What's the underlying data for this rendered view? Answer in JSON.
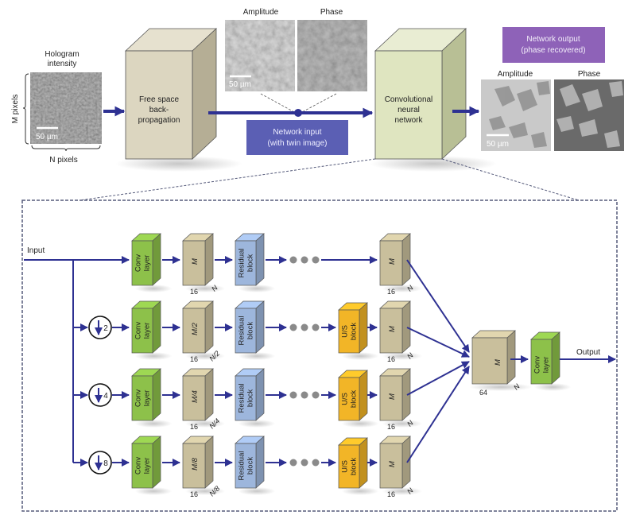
{
  "top": {
    "hologram": {
      "title_line1": "Hologram",
      "title_line2": "intensity",
      "scale_bar": "50 µm",
      "m_axis": "M pixels",
      "n_axis": "N pixels"
    },
    "backprop_block": {
      "line1": "Free space",
      "line2": "back-",
      "line3": "propagation"
    },
    "network_input_images": {
      "amplitude_label": "Amplitude",
      "phase_label": "Phase",
      "scale_bar": "50 µm"
    },
    "network_input_box": {
      "line1": "Network input",
      "line2": "(with twin image)"
    },
    "cnn_block": {
      "line1": "Convolutional",
      "line2": "neural",
      "line3": "network"
    },
    "network_output_box": {
      "line1": "Network output",
      "line2": "(phase recovered)"
    },
    "network_output_images": {
      "amplitude_label": "Amplitude",
      "phase_label": "Phase",
      "scale_bar": "50 µm"
    }
  },
  "detail": {
    "input_label": "Input",
    "output_label": "Output",
    "conv_label_1": "Conv",
    "conv_label_2": "layer",
    "residual_label_1": "Residual",
    "residual_label_2": "block",
    "us_label_1": "U/S",
    "us_label_2": "block",
    "branches": [
      {
        "downsample": "",
        "feature_m": "M",
        "feature_n": "N",
        "channels": "16",
        "has_us": false,
        "out_m": "M",
        "out_n": "N",
        "out_channels": "16"
      },
      {
        "downsample": "2",
        "feature_m": "M/2",
        "feature_n": "N/2",
        "channels": "16",
        "has_us": true,
        "out_m": "M",
        "out_n": "N",
        "out_channels": "16"
      },
      {
        "downsample": "4",
        "feature_m": "M/4",
        "feature_n": "N/4",
        "channels": "16",
        "has_us": true,
        "out_m": "M",
        "out_n": "N",
        "out_channels": "16"
      },
      {
        "downsample": "8",
        "feature_m": "M/8",
        "feature_n": "N/8",
        "channels": "16",
        "has_us": true,
        "out_m": "M",
        "out_n": "N",
        "out_channels": "16"
      }
    ],
    "concat": {
      "m": "M",
      "n": "N",
      "channels": "64"
    }
  },
  "colors": {
    "arrow": "#2e3192",
    "network_input_box": "#5b5fb4",
    "network_output_box": "#8e62b8",
    "backprop_front": "#dcd6c0",
    "cnn_front": "#dfe5c0",
    "conv_green": "#8dc14a",
    "feature_tan": "#c9bf9c",
    "residual_blue": "#9db6dc",
    "us_orange": "#f2b527",
    "dash": "#555a7a"
  }
}
